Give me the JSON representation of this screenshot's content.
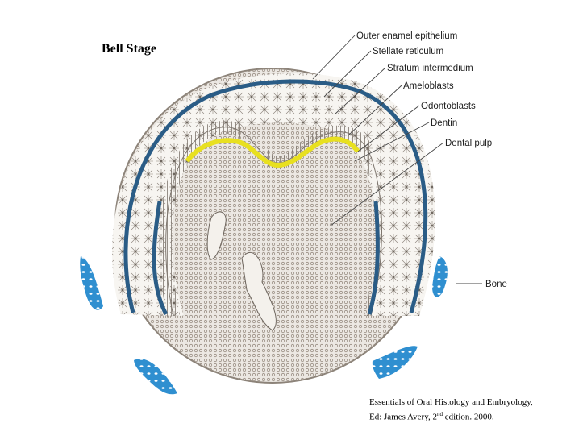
{
  "slide": {
    "title": "Bell Stage",
    "credit_line1": "Essentials of Oral Histology and Embryology,",
    "credit_line2_pre": "Ed: James Avery, 2",
    "credit_line2_sup": "nd",
    "credit_line2_post": " edition. 2000."
  },
  "diagram": {
    "labels": {
      "outer_enamel": "Outer enamel epithelium",
      "stellate": "Stellate reticulum",
      "stratum": "Stratum intermedium",
      "ameloblasts": "Ameloblasts",
      "odontoblasts": "Odontoblasts",
      "dentin": "Dentin",
      "pulp": "Dental pulp",
      "bone": "Bone"
    },
    "colors": {
      "epithelium_blue": "#2a5c86",
      "dentin_yellow": "#e8e020",
      "bone_blue": "#2f8fd0",
      "tissue_dot": "#9a8f84"
    }
  }
}
